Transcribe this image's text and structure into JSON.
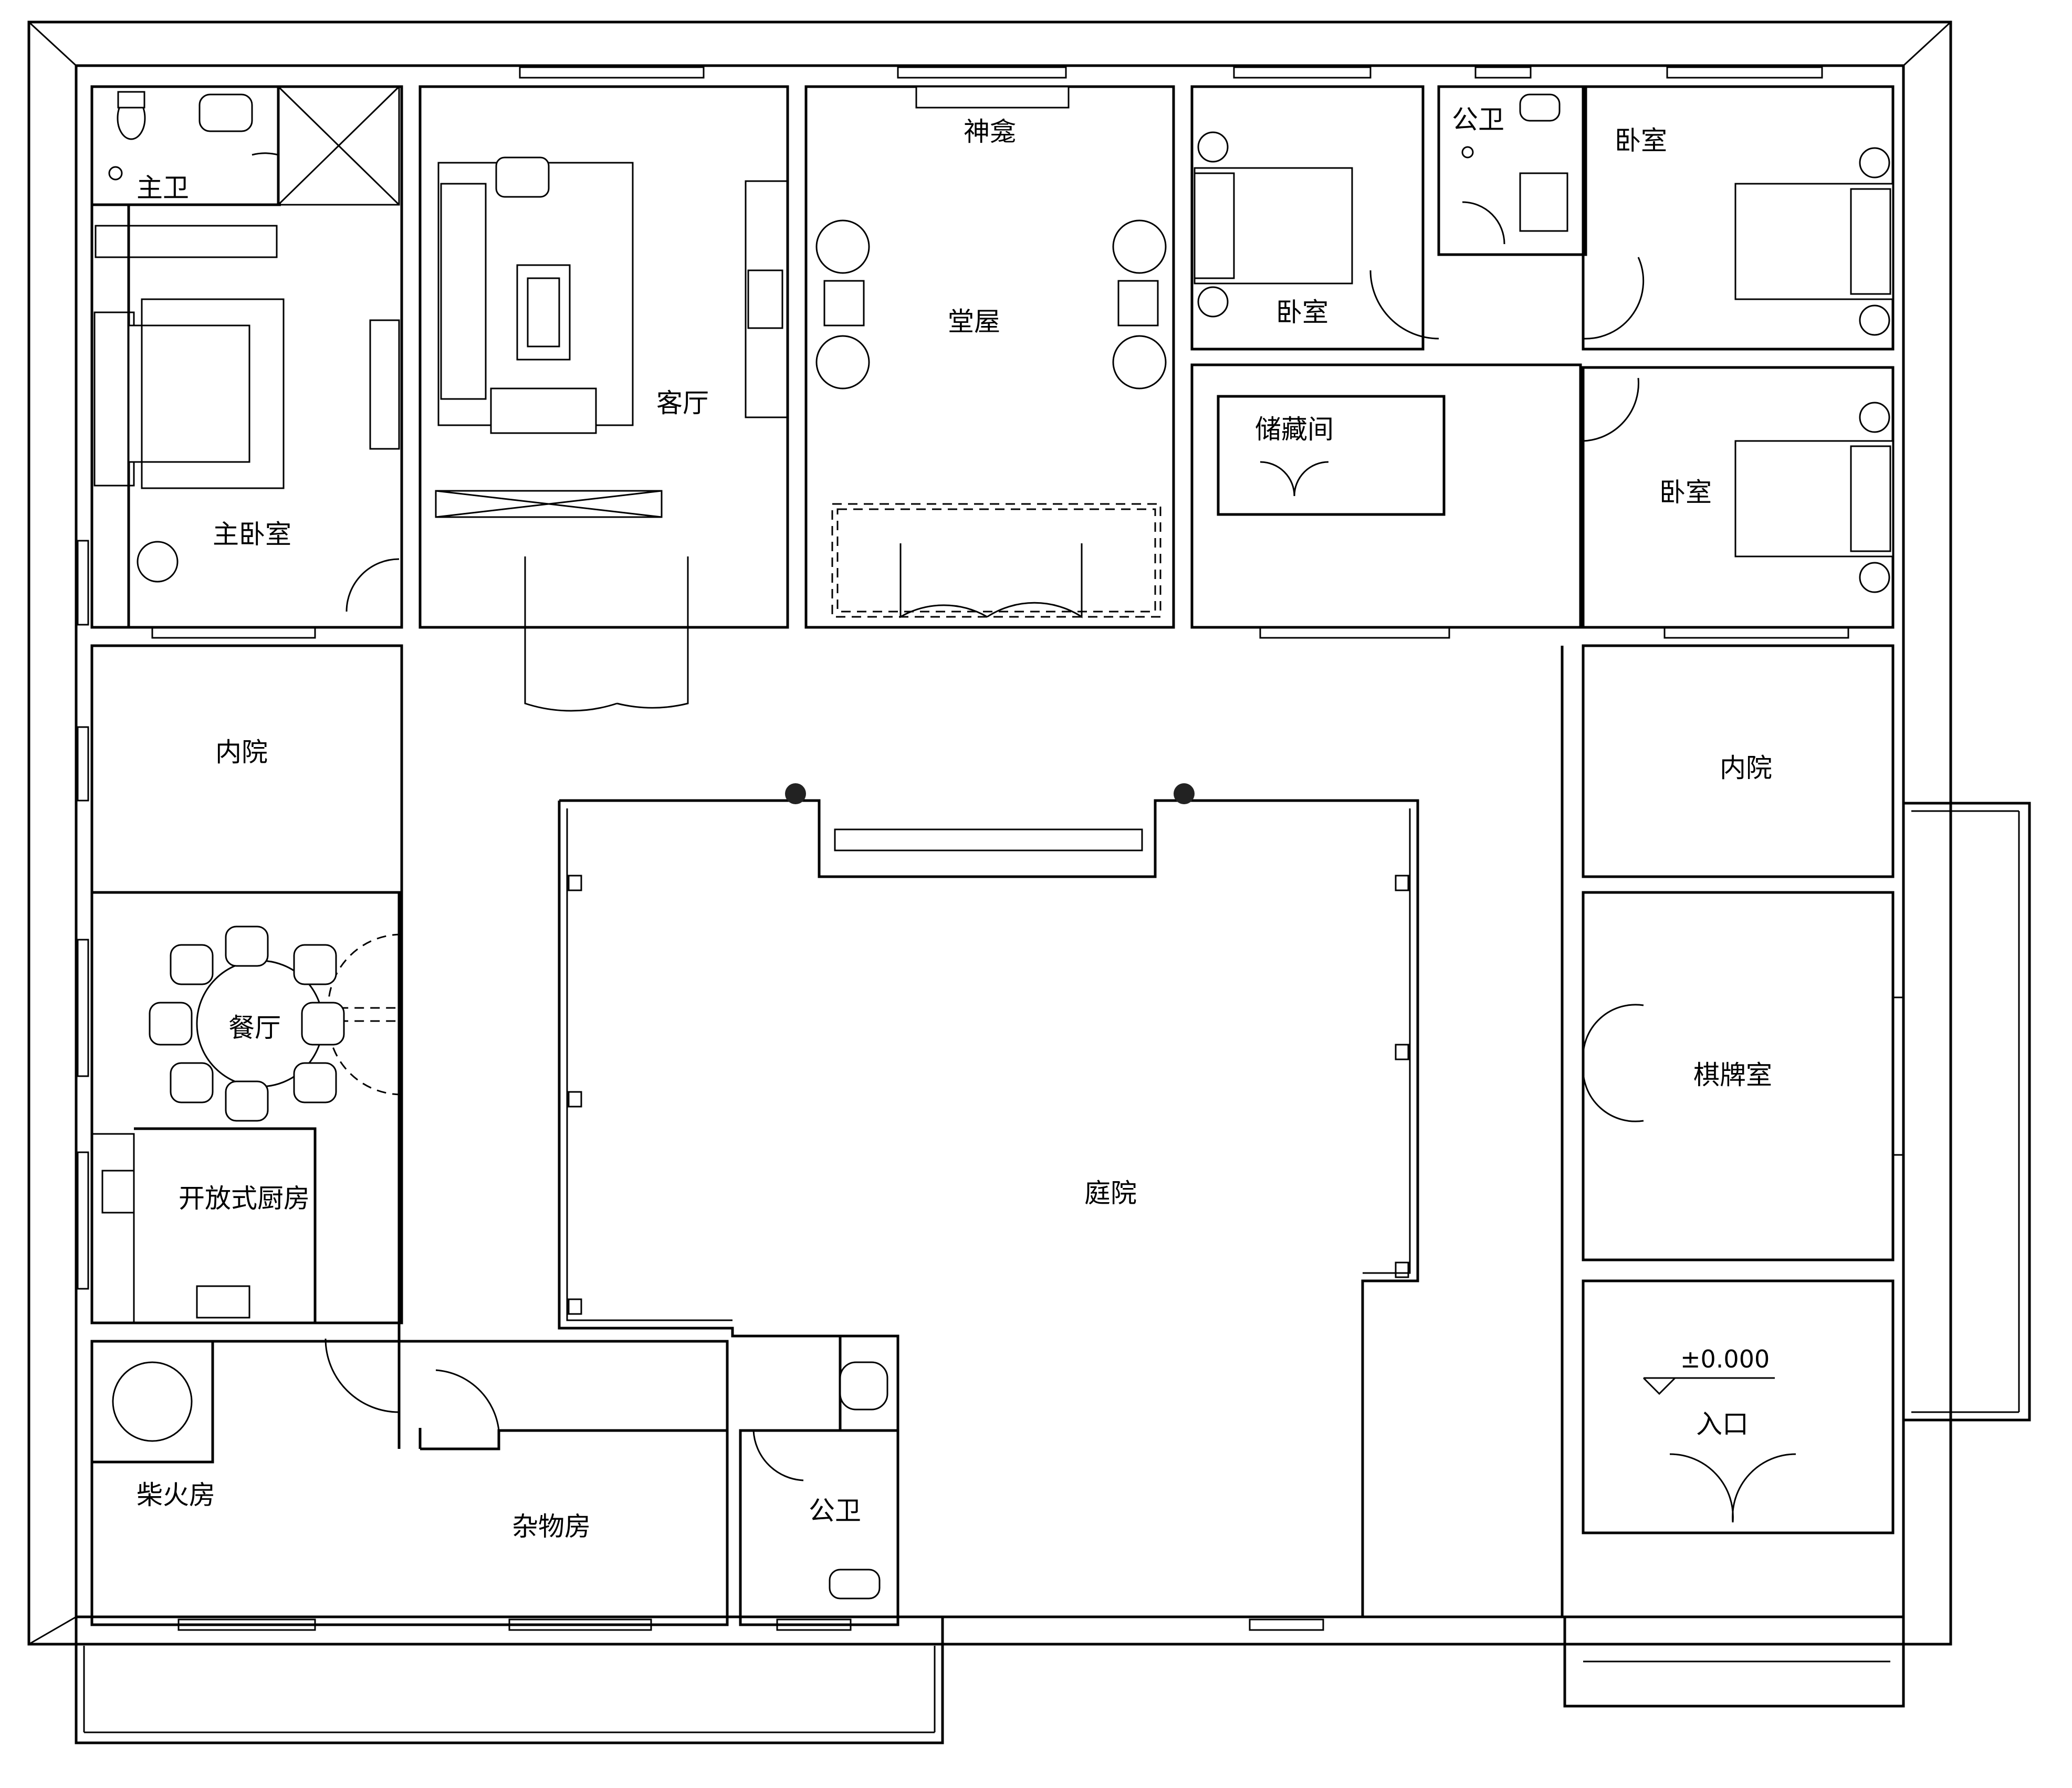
{
  "rooms": {
    "master_bath": "主卫",
    "master_bedroom": "主卧室",
    "living_room": "客厅",
    "shrine": "神龛",
    "main_hall": "堂屋",
    "bedroom_ne": "卧室",
    "public_bath_n": "公卫",
    "bedroom_nr": "卧室",
    "bedroom_e": "卧室",
    "storage": "储藏间",
    "inner_court_w": "内院",
    "inner_court_e": "内院",
    "dining": "餐厅",
    "kitchen": "开放式厨房",
    "courtyard": "庭院",
    "game_room": "棋牌室",
    "elevation": "±0.000",
    "entrance": "入口",
    "firewood_room": "柴火房",
    "utility_room": "杂物房",
    "public_bath_s": "公卫"
  }
}
